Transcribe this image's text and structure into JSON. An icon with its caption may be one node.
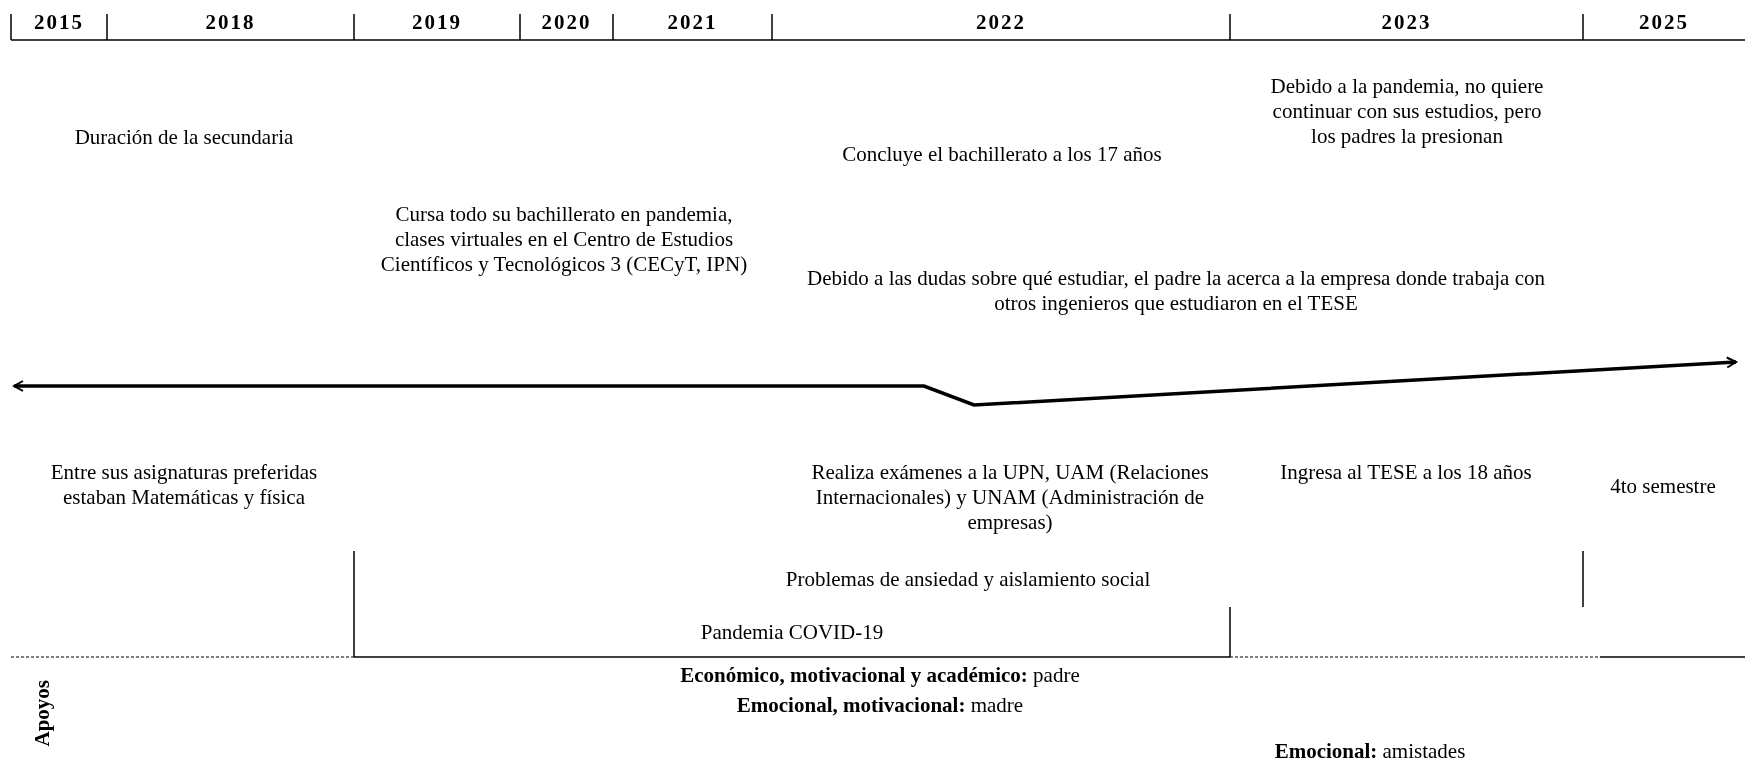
{
  "diagram": {
    "labels": [
      "2015",
      "2018",
      "2019",
      "2020",
      "2021",
      "2022",
      "2023",
      "2025",
      "Debido a la pandemia, no quiere continuar con sus estudios, pero los padres la presionan",
      "Duración de la secundaria",
      "Concluye el bachillerato a los 17 años",
      "Cursa todo su bachillerato en pandemia, clases virtuales en el Centro de Estudios Científicos y Tecnológicos 3 (CECyT, IPN)",
      "Debido a las dudas sobre qué estudiar, el padre la acerca a la empresa donde trabaja con otros ingenieros que estudiaron en el TESE",
      "Entre sus asignaturas preferidas estaban Matemáticas y física",
      "Realiza exámenes a la UPN, UAM (Relaciones Internacionales) y UNAM (Administración de empresas)",
      "Ingresa al TESE a los 18 años",
      "4to semestre",
      "Problemas de ansiedad y aislamiento social",
      "Pandemia COVID-19",
      "Apoyos",
      "**Económico, motivacional y académico:** padre",
      "**Emocional, motivacional:** madre",
      "**Emocional:** amistades"
    ]
  }
}
